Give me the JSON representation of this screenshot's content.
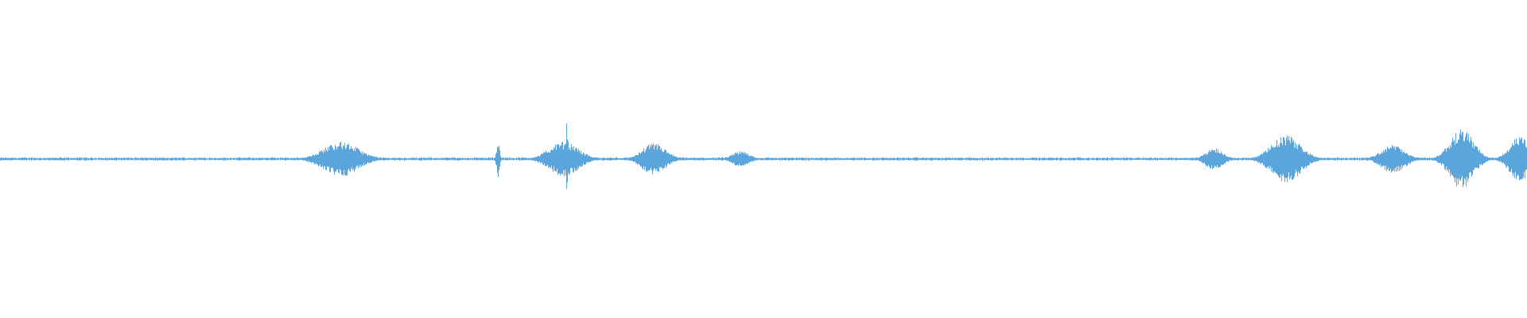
{
  "waveform": {
    "color": "#5aa6dc",
    "baseline_noise": 0.012,
    "bursts": [
      {
        "center": 0.223,
        "width": 0.024,
        "amplitude": 0.11,
        "density": 1.0
      },
      {
        "center": 0.326,
        "width": 0.002,
        "amplitude": 0.13,
        "density": 1.0
      },
      {
        "center": 0.369,
        "width": 0.02,
        "amplitude": 0.11,
        "density": 1.0
      },
      {
        "center": 0.371,
        "width": 0.0015,
        "amplitude": 0.24,
        "density": 1.0
      },
      {
        "center": 0.428,
        "width": 0.016,
        "amplitude": 0.1,
        "density": 1.0
      },
      {
        "center": 0.485,
        "width": 0.012,
        "amplitude": 0.05,
        "density": 1.0
      },
      {
        "center": 0.795,
        "width": 0.012,
        "amplitude": 0.07,
        "density": 1.0
      },
      {
        "center": 0.842,
        "width": 0.02,
        "amplitude": 0.15,
        "density": 1.0
      },
      {
        "center": 0.912,
        "width": 0.016,
        "amplitude": 0.09,
        "density": 1.0
      },
      {
        "center": 0.957,
        "width": 0.016,
        "amplitude": 0.19,
        "density": 1.0
      },
      {
        "center": 0.995,
        "width": 0.014,
        "amplitude": 0.14,
        "density": 1.0
      }
    ]
  }
}
